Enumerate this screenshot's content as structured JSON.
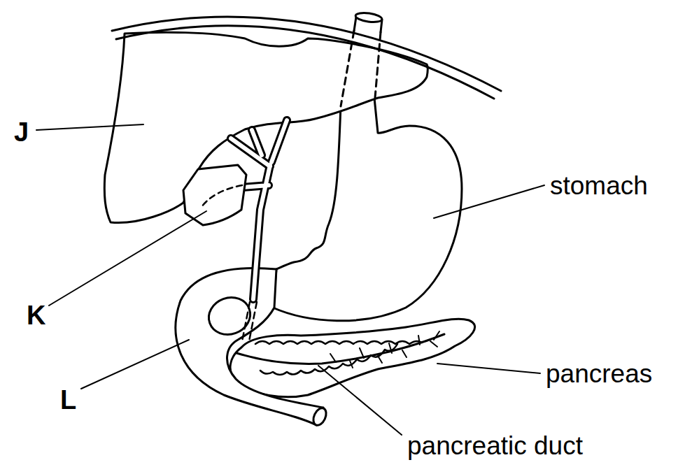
{
  "diagram": {
    "labels": [
      "J",
      "K",
      "L",
      "stomach",
      "pancreas",
      "pancreatic duct"
    ]
  }
}
